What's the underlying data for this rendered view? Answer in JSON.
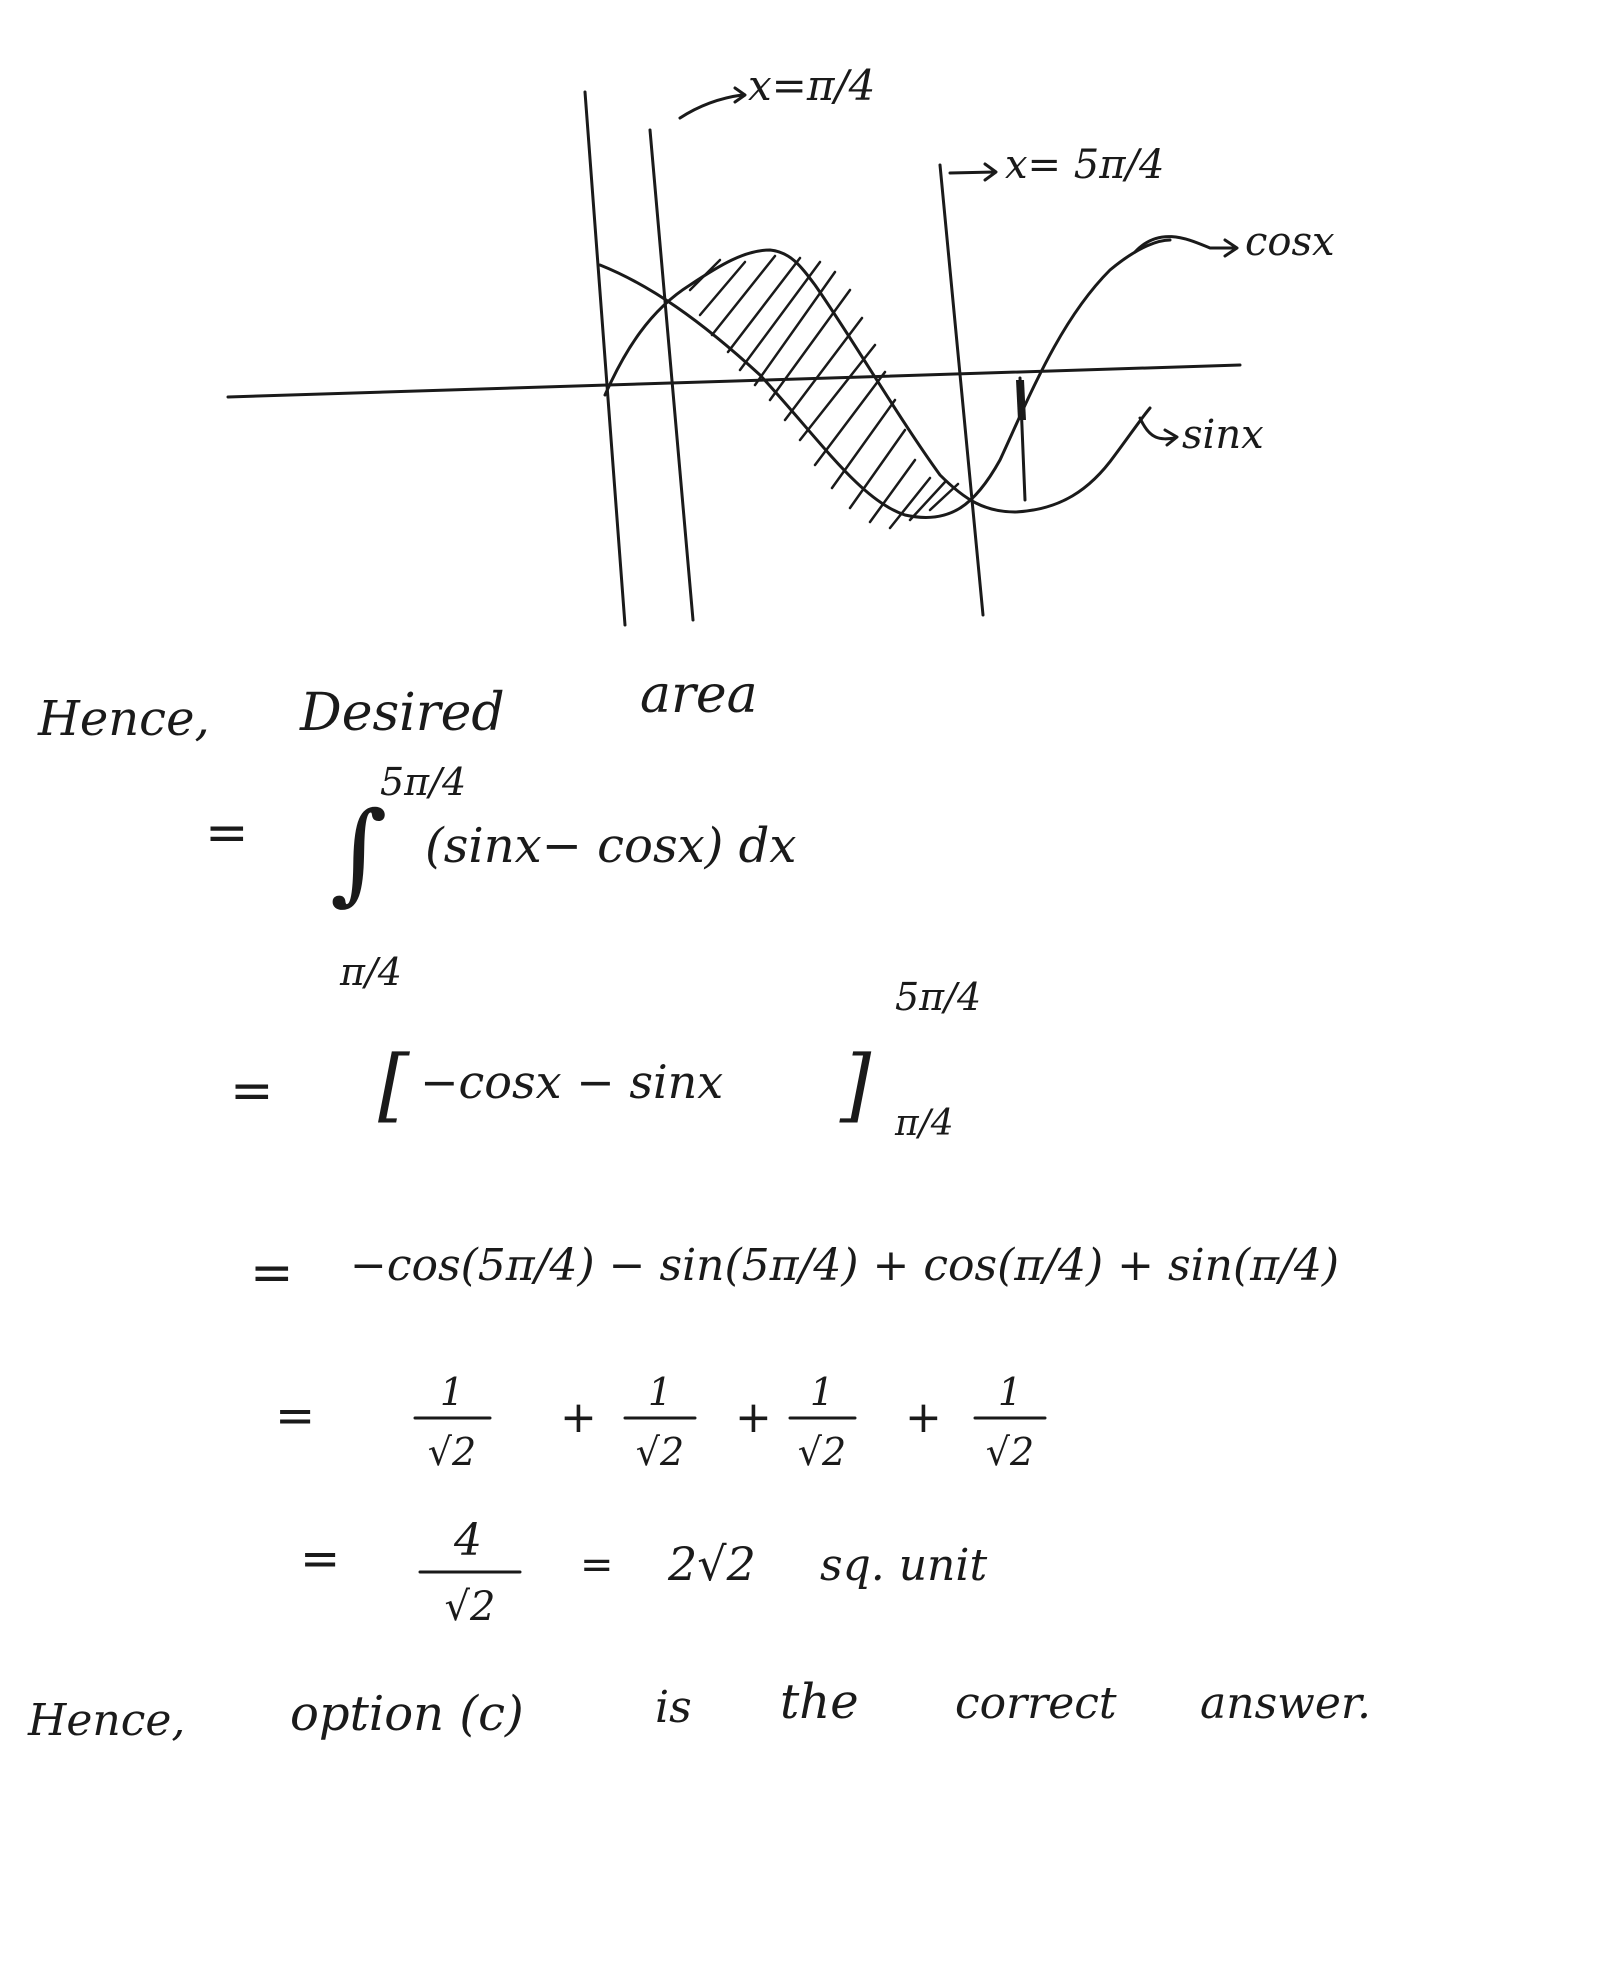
{
  "graph": {
    "label_x_pi4": "x=π/4",
    "label_x_5pi4": "x= 5π/4",
    "label_cos": "cosx",
    "label_sin": "sinx"
  },
  "solution": {
    "line1_hence": "Hence,",
    "line1_desired": "Desired",
    "line1_area": "area",
    "eq": "=",
    "upper_limit": "5π/4",
    "lower_limit": "π/4",
    "integral_sign": "∫",
    "integrand": "(sinx− cosx) dx",
    "bracket_open": "[",
    "bracket_expr": "−cosx − sinx",
    "bracket_close": "]",
    "eval_upper": "5π/4",
    "eval_lower": "π/4",
    "step3": "−cos(5π/4) − sin(5π/4) + cos(π/4) + sin(π/4)",
    "one": "1",
    "root2": "√2",
    "plus": "+",
    "four": "4",
    "result": "2√2",
    "unit": "sq. unit",
    "final_hence": "Hence,",
    "final_option": "option (c)",
    "final_is": "is",
    "final_the": "the",
    "final_correct": "correct",
    "final_answer": "answer."
  }
}
